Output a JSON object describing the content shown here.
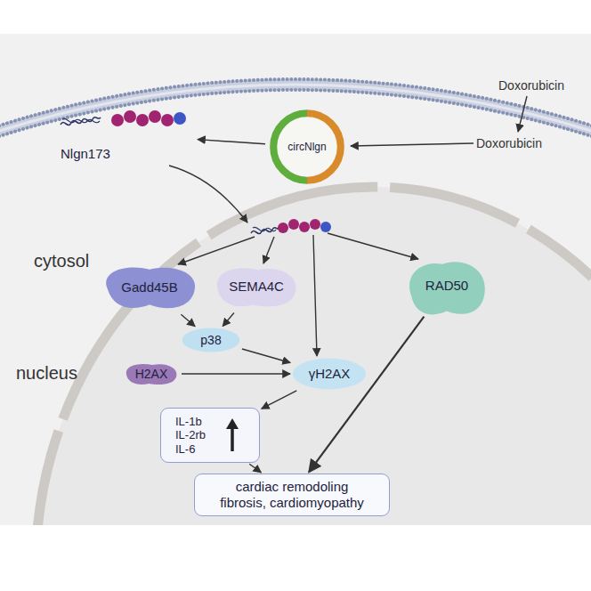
{
  "diagram": {
    "nodes": [
      {
        "text": [
          "circNlgn"
        ]
      },
      {
        "text": [
          "Nlgn173"
        ]
      },
      {
        "text": [
          "Gadd45B"
        ]
      },
      {
        "text": [
          "SEMA4C"
        ]
      },
      {
        "text": [
          "RAD50"
        ]
      },
      {
        "text": [
          "p38"
        ]
      },
      {
        "text": [
          "H2AX"
        ]
      },
      {
        "text": [
          "γH2AX"
        ]
      },
      {
        "text": [
          "IL-1b IL-2rb IL-6"
        ]
      },
      {
        "text": [
          "cardiac remodoling fibrosis, cardiomyopathy"
        ]
      }
    ],
    "edges": [
      {
        "from": 0,
        "to": 1,
        "arrow": "to"
      },
      {
        "from": 2,
        "to": 5,
        "arrow": "to"
      },
      {
        "from": 3,
        "to": 5,
        "arrow": "to"
      },
      {
        "from": 5,
        "to": 7,
        "arrow": "to"
      },
      {
        "from": 6,
        "to": 7,
        "arrow": "to"
      },
      {
        "from": 7,
        "to": 8,
        "arrow": "to"
      },
      {
        "from": 8,
        "to": 9,
        "arrow": "to"
      },
      {
        "from": 4,
        "to": 9,
        "arrow": "to"
      }
    ],
    "labels": [
      "Doxorubicin",
      "Doxorubicin",
      "cytosol",
      "nucleus"
    ]
  }
}
